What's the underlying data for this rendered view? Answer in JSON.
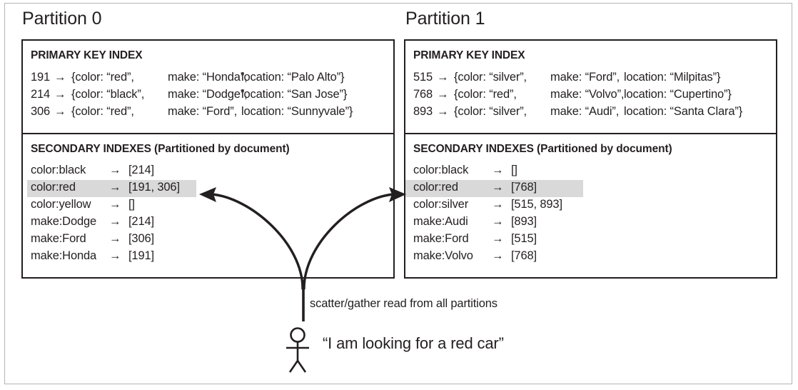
{
  "diagram": {
    "title_partition_0": "Partition 0",
    "title_partition_1": "Partition 1",
    "primary_heading": "PRIMARY KEY INDEX",
    "secondary_heading": "SECONDARY INDEXES (Partitioned by document)",
    "arrow_glyph": "→",
    "scatter_caption": "scatter/gather read from all partitions",
    "user_quote": "“I am looking for a red car”",
    "highlight_color": "#d9d9d9",
    "line_color": "#231f20",
    "frame_color": "#b5b5b5",
    "background_color": "#ffffff"
  },
  "partitions": [
    {
      "name": "Partition 0",
      "primary_key_index": [
        {
          "key": "191",
          "arrow": "→",
          "color": "{color: “red”,",
          "make": "make: “Honda”,",
          "location": "location: “Palo Alto”}"
        },
        {
          "key": "214",
          "arrow": "→",
          "color": "{color: “black”,",
          "make": "make: “Dodge”,",
          "location": "location: “San Jose”}"
        },
        {
          "key": "306",
          "arrow": "→",
          "color": "{color: “red”,",
          "make": "make: “Ford”,",
          "location": "location: “Sunnyvale”}"
        }
      ],
      "secondary_indexes": [
        {
          "term": "color:black",
          "arrow": "→",
          "ids": "[214]",
          "highlighted": false
        },
        {
          "term": "color:red",
          "arrow": "→",
          "ids": "[191, 306]",
          "highlighted": true
        },
        {
          "term": "color:yellow",
          "arrow": "→",
          "ids": "[]",
          "highlighted": false
        },
        {
          "term": "make:Dodge",
          "arrow": "→",
          "ids": "[214]",
          "highlighted": false
        },
        {
          "term": "make:Ford",
          "arrow": "→",
          "ids": "[306]",
          "highlighted": false
        },
        {
          "term": "make:Honda",
          "arrow": "→",
          "ids": "[191]",
          "highlighted": false
        }
      ]
    },
    {
      "name": "Partition 1",
      "primary_key_index": [
        {
          "key": "515",
          "arrow": "→",
          "color": "{color: “silver”,",
          "make": "make: “Ford”,",
          "location": "location: “Milpitas”}"
        },
        {
          "key": "768",
          "arrow": "→",
          "color": "{color: “red”,",
          "make": "make: “Volvo”,",
          "location": "location: “Cupertino”}"
        },
        {
          "key": "893",
          "arrow": "→",
          "color": "{color: “silver”,",
          "make": "make: “Audi”,",
          "location": "location: “Santa Clara”}"
        }
      ],
      "secondary_indexes": [
        {
          "term": "color:black",
          "arrow": "→",
          "ids": "[]",
          "highlighted": false
        },
        {
          "term": "color:red",
          "arrow": "→",
          "ids": "[768]",
          "highlighted": true
        },
        {
          "term": "color:silver",
          "arrow": "→",
          "ids": "[515, 893]",
          "highlighted": false
        },
        {
          "term": "make:Audi",
          "arrow": "→",
          "ids": "[893]",
          "highlighted": false
        },
        {
          "term": "make:Ford",
          "arrow": "→",
          "ids": "[515]",
          "highlighted": false
        },
        {
          "term": "make:Volvo",
          "arrow": "→",
          "ids": "[768]",
          "highlighted": false
        }
      ]
    }
  ]
}
